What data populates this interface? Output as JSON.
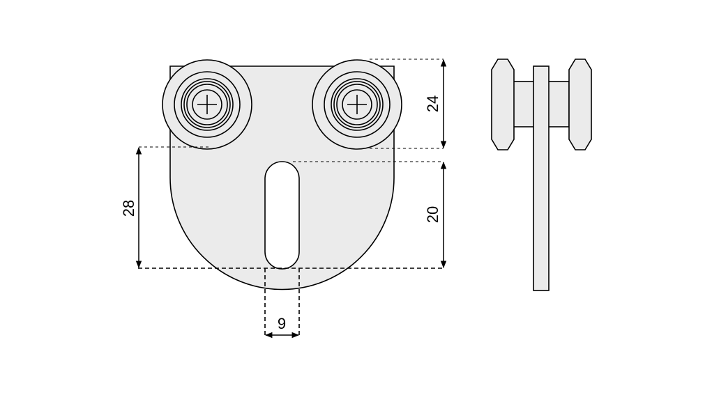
{
  "dimensions": {
    "wheel_height": "24",
    "slot_length": "20",
    "wheel_to_bottom": "28",
    "slot_width": "9"
  },
  "colors": {
    "part_fill": "#ebebeb",
    "stroke": "#000000"
  }
}
